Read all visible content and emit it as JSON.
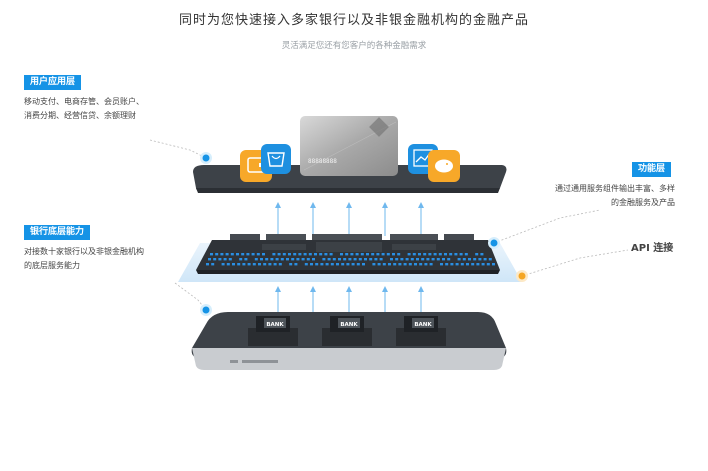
{
  "header": {
    "title": "同时为您快速接入多家银行以及非银金融机构的金融产品",
    "subtitle": "灵活满足您还有您客户的各种金融需求"
  },
  "left_labels": {
    "user_layer": {
      "tag": "用户应用层",
      "line1": "移动支付、电商存管、会员账户、",
      "line2": "消费分期、经营信贷、余额理财"
    },
    "bank_layer": {
      "tag": "银行底层能力",
      "line1": "对接数十家银行以及非银金融机构",
      "line2": "的底层服务能力"
    }
  },
  "right_labels": {
    "function_layer": {
      "tag": "功能层",
      "line1": "通过通用服务组件输出丰富、多样",
      "line2": "的金融服务及产品"
    },
    "api": "API 连接"
  },
  "card": {
    "number": "88888888"
  },
  "bank_boxes": [
    "BANK",
    "BANK",
    "BANK"
  ],
  "colors": {
    "accent_blue": "#1593e6",
    "connector_orange": "#f5a623",
    "platform_dark": "#3d4248",
    "icon_orange": "#f7a829",
    "icon_blue": "#1e90e0"
  },
  "icons": [
    "wallet-icon",
    "shopping-bag-icon",
    "chart-icon",
    "piggy-bank-icon",
    "bank-card"
  ]
}
